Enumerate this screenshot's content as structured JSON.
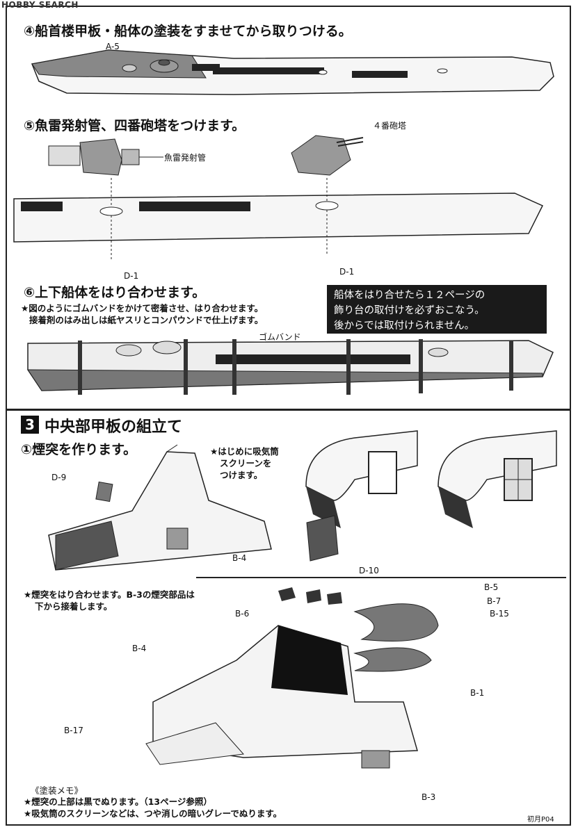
{
  "watermark": "HOBBY SEARCH",
  "steps": {
    "s4": "④船首楼甲板・船体の塗装をすませてから取りつける。",
    "s5": "⑤魚雷発射管、四番砲塔をつけます。",
    "s6": "⑥上下船体をはり合わせます。",
    "s6_note1": "★図のようにゴムバンドをかけて密着させ、はり合わせます。",
    "s6_note2": "接着剤のはみ出しは紙ヤスリとコンパウンドで仕上げます。"
  },
  "warning_box": {
    "line1": "船体をはり合せたら１２ページの",
    "line2": "飾り台の取付けを必ずおこなう。",
    "line3": "後からでは取付けられません。"
  },
  "section3": {
    "number": "3",
    "title": "中央部甲板の組立て",
    "step1": "①煙突を作ります。",
    "step1_note1": "★はじめに吸気筒",
    "step1_note2": "スクリーンを",
    "step1_note3": "つけます。",
    "join_note1": "★煙突をはり合わせます。B-3の煙突部品は",
    "join_note2": "下から接着します。"
  },
  "labels": {
    "a5": "A-5",
    "no4_turret": "４番砲塔",
    "torpedo": "魚雷発射管",
    "d1_left": "D-1",
    "d1_right": "D-1",
    "rubber_band": "ゴムバンド",
    "d9": "D-9",
    "b4_top": "B-4",
    "d10": "D-10",
    "b5": "B-5",
    "b7": "B-7",
    "b6": "B-6",
    "b15": "B-15",
    "b4_bottom": "B-4",
    "b1": "B-1",
    "b17": "B-17",
    "b3": "B-3"
  },
  "paint_memo": {
    "title": "《塗装メモ》",
    "line1": "★煙突の上部は黒でぬります。（13ページ参照）",
    "line2": "★吸気筒のスクリーンなどは、つや消しの暗いグレーでぬります。"
  },
  "page_code": "初月P04"
}
